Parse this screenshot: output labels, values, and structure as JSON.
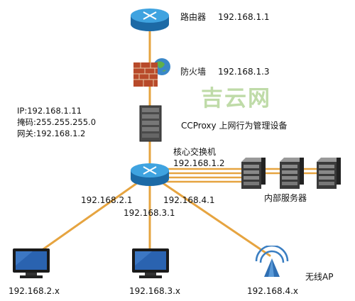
{
  "watermark": "吉云网",
  "nodes": {
    "router": {
      "name": "路由器",
      "ip": "192.168.1.1"
    },
    "firewall": {
      "name": "防火墙",
      "ip": "192.168.1.3"
    },
    "proxy": {
      "name": "CCProxy 上网行为管理设备"
    },
    "core_switch": {
      "name": "核心交换机",
      "ip": "192.168.1.2"
    },
    "servers": {
      "name": "内部服务器"
    },
    "wireless": {
      "name": "无线AP"
    }
  },
  "proxy_config": {
    "ip": "IP:192.168.1.11",
    "mask": "掩码:255.255.255.0",
    "gateway": "网关:192.168.1.2"
  },
  "subnets": {
    "s2": {
      "port_ip": "192.168.2.1",
      "client": "192.168.2.x"
    },
    "s3": {
      "port_ip": "192.168.3.1",
      "client": "192.168.3.x"
    },
    "s4": {
      "port_ip": "192.168.4.1",
      "client": "192.168.4.x"
    }
  },
  "colors": {
    "link": "#e6a440",
    "router_blue": "#2f8fd0",
    "brick": "#b84a2a"
  }
}
